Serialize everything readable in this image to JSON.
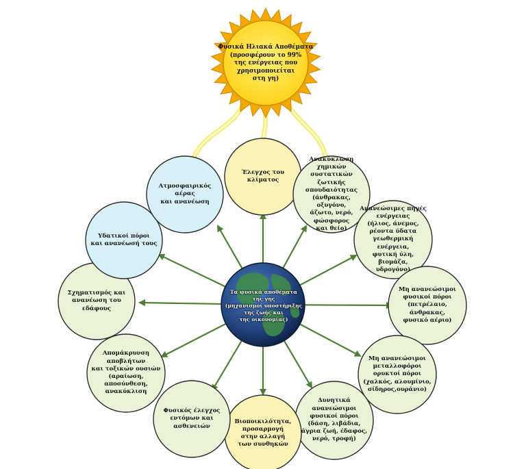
{
  "sun": {
    "lines": [
      "Φυσικά Ηλιακά Αποθέματα",
      "(προσφέρουν το 99%",
      "της ενέργειας που",
      "χρησιμοποιείται",
      "στη γη)"
    ]
  },
  "earth": {
    "lines": [
      "Τα φυσικά αποθέματα",
      "της γης",
      "(μηχανισμοί υποστήριξης",
      "της ζωής και",
      "της οικονομίας)"
    ]
  },
  "nodes": [
    {
      "id": "climate-control",
      "color": "#fbf3b6",
      "lines": [
        "Έλεγχος του",
        "κλίματος"
      ]
    },
    {
      "id": "chemical-recycling",
      "color": "#eaf3d7",
      "lines": [
        "Ανακύκλωση χημικών",
        "συστατικών ζωτικής",
        "σπουδαιότητας",
        "(άνθρακας, οξυγόνο,",
        "άζωτο, νερό,",
        "φώσφορος",
        "και θείο)"
      ]
    },
    {
      "id": "renewable-energy",
      "color": "#eaf3d7",
      "lines": [
        "Ανανεώσιμες πηγές",
        "ενέργειας",
        "(ήλιος, άνεμος,",
        "ρέοντα ύδατα",
        "γεωθερμική ενέργεια,",
        "φυτική ύλη, βιομάζα,",
        "υδρογόνο)"
      ]
    },
    {
      "id": "non-renewable-fuels",
      "color": "#eaf3d7",
      "lines": [
        "Μη ανανεώσιμοι",
        "φυσικοί πόροι",
        "(πετρέλαιο,",
        "άνθρακας,",
        "φυσικό αέριο)"
      ]
    },
    {
      "id": "non-renewable-minerals",
      "color": "#eaf3d7",
      "lines": [
        "Μη ανανεώσιμοι",
        "μεταλλοφόροι",
        "ορυκτοί πόροι",
        "(χαλκός, αλουμίνιο,",
        "σίδηρος,ουράνιο)"
      ]
    },
    {
      "id": "potentially-renewable",
      "color": "#eaf3d7",
      "lines": [
        "Δυνητικά ανανεώσιμοι",
        "φυσικοί πόροι",
        "(δάση, λιβάδια,",
        "άγρια ζωή, έδαφος,",
        "νερό, τροφή)"
      ]
    },
    {
      "id": "biodiversity",
      "color": "#fbf3b6",
      "lines": [
        "Βιοποικιλότητα,",
        "προσαρμογή",
        "στην αλλαγή",
        "των συνθηκών"
      ]
    },
    {
      "id": "pest-control",
      "color": "#eaf3d7",
      "lines": [
        "Φυσικός έλεγχος",
        "εντόμων και ασθενειών"
      ]
    },
    {
      "id": "waste-removal",
      "color": "#eaf3d7",
      "lines": [
        "Απομάκρυνση αποβλήτων",
        "και τοξικών ουσιών",
        "(αραίωση, αποσύνθεση,",
        "ανακύκλιση"
      ]
    },
    {
      "id": "soil-formation",
      "color": "#eaf3d7",
      "lines": [
        "Σχηματισμός και",
        "ανανέωση του εδάφους"
      ]
    },
    {
      "id": "water-resources",
      "color": "#d8f0f7",
      "lines": [
        "Υδατικοί πόροι",
        "και ανανέωσή τους"
      ]
    },
    {
      "id": "atmospheric-air",
      "color": "#d8f0f7",
      "lines": [
        "Ατμοσφαιρικός αέρας",
        "και ανανέωση"
      ]
    }
  ],
  "colors": {
    "sun_core": "#ffe23a",
    "sun_rays": "#f5a800",
    "sun_outline": "#c98a00",
    "beam": "#f3ef7a",
    "arrow": "#4f7f33",
    "earth_ocean": "#1f3f7a",
    "earth_land": "#3f8a4a",
    "node_outline": "#2a2a2a"
  },
  "icons": [
    "sun-icon",
    "earth-globe-icon",
    "arrow-icon"
  ]
}
